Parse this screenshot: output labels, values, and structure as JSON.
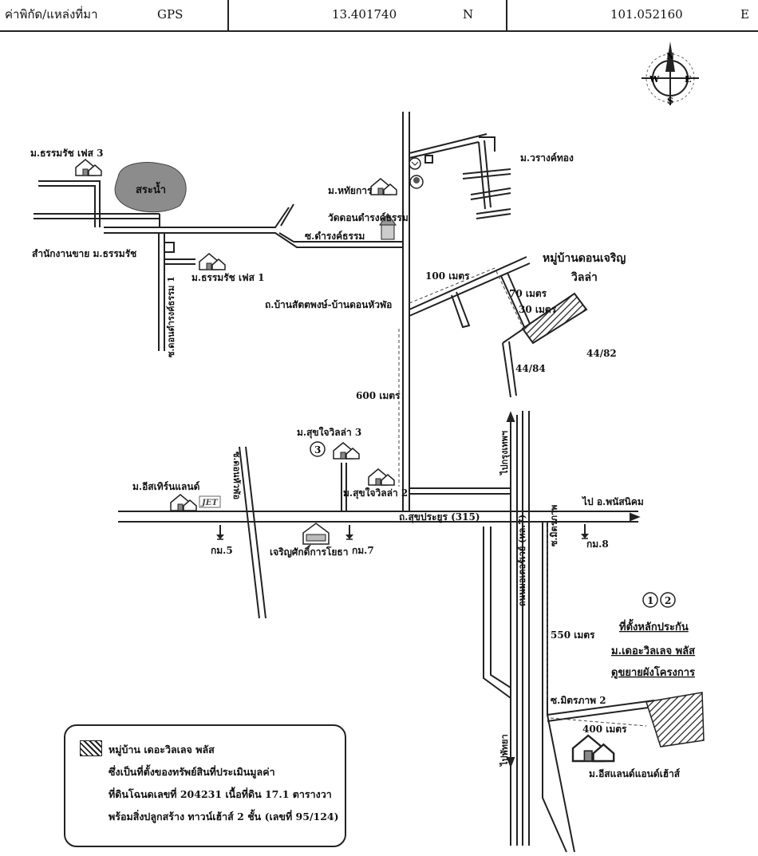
{
  "gps_bar": {
    "label": "ค่าพิกัด/แหล่งที่มา",
    "source": "GPS",
    "lat": "13.401740",
    "lat_dir": "N",
    "lon": "101.052160",
    "lon_dir": "E"
  },
  "compass": {
    "n": "N",
    "s": "S",
    "e": "E",
    "w": "W"
  },
  "labels": {
    "village_tharmaraj_3": "ม.ธรรมรัช เฟส 3",
    "pond": "สระน้ำ",
    "village_harutthakarn": "ม.หทัยการ",
    "village_warangthong": "ม.วรางค์ทอง",
    "temple": "วัดดอนดำรงค์ธรรม",
    "soi_damrongtham": "ซ.ดำรงค์ธรรม",
    "sales_office": "สำนักงานขาย ม.ธรรมรัช",
    "village_tharmaraj_1": "ม.ธรรมรัช เฟส 1",
    "soi_donthamrong": "ซ.ดอนดำรงค์ธรรม 1",
    "village_donjaroen_1": "หมู่บ้านดอนเจริญ",
    "village_donjaroen_2": "วิลล่า",
    "dist_100": "100 เมตร",
    "dist_70": "70 เมตร",
    "dist_30": "30 เมตร",
    "road_ban_sattaphong": "ถ.บ้านสัตตพงษ์-บ้านดอนหัวฬ่อ",
    "num_4482": "44/82",
    "num_4484": "44/84",
    "dist_600": "600 เมตร",
    "village_sukjai_3": "ม.สุขใจวิลล่า 3",
    "circle_3": "3",
    "village_sukjai_2": "ม.สุขใจวิลล่า 2",
    "village_eastern_land": "ม.อีสเทิร์นแลนด์",
    "jet_logo": "JET",
    "to_bangkok": "ไปกรุงเทพฯ",
    "to_phanat": "ไป อ.พนัสนิคม",
    "road_sukprayoon": "ถ.สุขประยูร (315)",
    "road_sukhumvit": "ถนนมอเตอร์เวย์ (ทล.7)",
    "soi_donhualo": "ซ.ดอนหัวฬ่อ",
    "km5": "กม.5",
    "shop_charoensak": "เจริญศักดิ์การโยธา",
    "km7": "กม.7",
    "km8": "กม.8",
    "circle_1": "1",
    "circle_2": "2",
    "soi_mitraphap": "ซ.มิตรภาพ",
    "dist_550": "550 เมตร",
    "loc_title": "ที่ตั้งหลักประกัน",
    "loc_village": "ม.เดอะวิลเลจ พลัส",
    "loc_plan": "ดูขยายผังโครงการ",
    "soi_mitraphap_2": "ซ.มิตรภาพ 2",
    "dist_400": "400 เมตร",
    "village_eastland": "ม.อีสแลนด์แอนด์เฮ้าส์",
    "to_pattaya": "ไปพัทยา"
  },
  "legend": {
    "line1": "หมู่บ้าน เดอะวิลเลจ พลัส",
    "line2": "ซึ่งเป็นที่ตั้งของทรัพย์สินที่ประเมินมูลค่า",
    "line3": "ที่ดินโฉนดเลขที่ 204231 เนื้อที่ดิน 17.1 ตารางวา",
    "line4": "พร้อมสิ่งปลูกสร้าง ทาวน์เฮ้าส์ 2 ชั้น (เลขที่ 95/124)"
  },
  "colors": {
    "road": "#222222",
    "pond": "#8c8c8c",
    "hatch": "#222222"
  }
}
